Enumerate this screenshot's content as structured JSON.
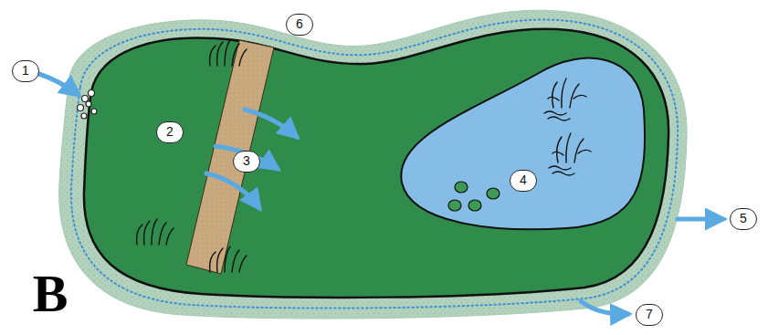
{
  "diagram": {
    "labels": [
      "1",
      "6",
      "2",
      "3",
      "4",
      "5",
      "B",
      "7"
    ]
  }
}
